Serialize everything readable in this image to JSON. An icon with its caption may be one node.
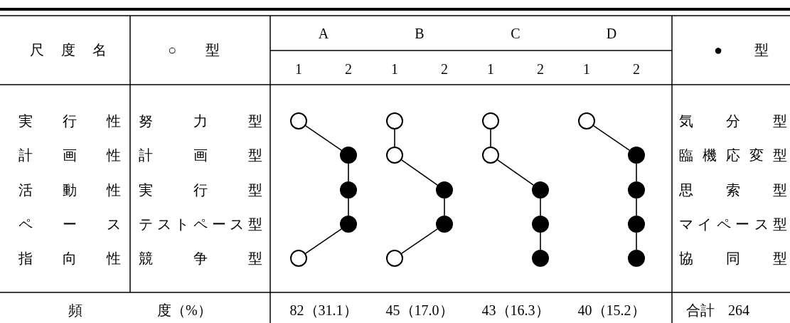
{
  "diagram": {
    "nodes": [
      {
        "text": [],
        "shape": "circle"
      },
      {
        "text": [],
        "shape": "dot"
      },
      {
        "text": [],
        "shape": "dot"
      },
      {
        "text": [],
        "shape": "dot"
      },
      {
        "text": [],
        "shape": "circle"
      },
      {
        "text": [],
        "shape": "circle"
      },
      {
        "text": [],
        "shape": "circle"
      },
      {
        "text": [],
        "shape": "dot"
      },
      {
        "text": [],
        "shape": "dot"
      },
      {
        "text": [],
        "shape": "circle"
      },
      {
        "text": [],
        "shape": "circle"
      },
      {
        "text": [],
        "shape": "circle"
      },
      {
        "text": [],
        "shape": "dot"
      },
      {
        "text": [],
        "shape": "dot"
      },
      {
        "text": [],
        "shape": "dot"
      },
      {
        "text": [],
        "shape": "circle"
      },
      {
        "text": [],
        "shape": "dot"
      },
      {
        "text": [],
        "shape": "dot"
      },
      {
        "text": [],
        "shape": "dot"
      },
      {
        "text": [],
        "shape": "dot"
      }
    ],
    "edges": [
      {
        "from": 0,
        "to": 1,
        "arrow": "none"
      },
      {
        "from": 1,
        "to": 2,
        "arrow": "none"
      },
      {
        "from": 2,
        "to": 3,
        "arrow": "none"
      },
      {
        "from": 3,
        "to": 4,
        "arrow": "none"
      },
      {
        "from": 5,
        "to": 6,
        "arrow": "none"
      },
      {
        "from": 6,
        "to": 7,
        "arrow": "none"
      },
      {
        "from": 7,
        "to": 8,
        "arrow": "none"
      },
      {
        "from": 8,
        "to": 9,
        "arrow": "none"
      },
      {
        "from": 10,
        "to": 11,
        "arrow": "none"
      },
      {
        "from": 11,
        "to": 12,
        "arrow": "none"
      },
      {
        "from": 12,
        "to": 13,
        "arrow": "none"
      },
      {
        "from": 13,
        "to": 14,
        "arrow": "none"
      },
      {
        "from": 15,
        "to": 16,
        "arrow": "none"
      },
      {
        "from": 16,
        "to": 17,
        "arrow": "none"
      },
      {
        "from": 17,
        "to": 18,
        "arrow": "none"
      },
      {
        "from": 18,
        "to": 19,
        "arrow": "none"
      }
    ],
    "labels": [
      "尺度名",
      "○ 型",
      "A",
      "B",
      "C",
      "D",
      "● 型",
      "1",
      "2",
      "1",
      "2",
      "1",
      "2",
      "1",
      "2",
      "実行性",
      "努力型",
      "気分型",
      "計画性",
      "計画型",
      "臨機応変型",
      "活動性",
      "実行型",
      "思索型",
      "ペース",
      "テストペース型",
      "マイペース型",
      "指向性",
      "競争型",
      "協同型",
      "頻 度（%）",
      "82（31.1）",
      "45（17.0）",
      "43（16.3）",
      "40（15.2）",
      "合計 264"
    ]
  }
}
